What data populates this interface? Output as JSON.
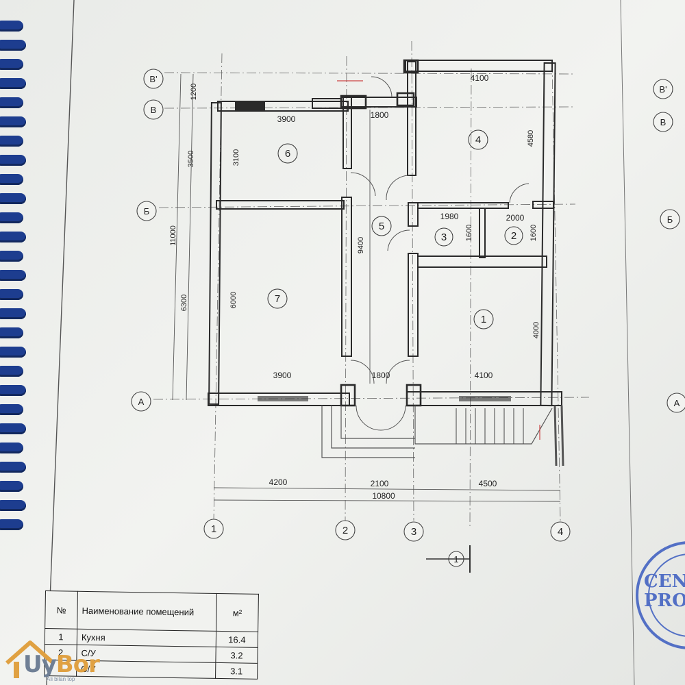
{
  "plan": {
    "axes_letters": [
      "В'",
      "В",
      "Б",
      "А"
    ],
    "axes_letters_right": [
      "В'",
      "В",
      "Б",
      "А"
    ],
    "axes_numbers": [
      "1",
      "2",
      "3",
      "4"
    ],
    "section_marker": "1",
    "rooms_on_plan": [
      "1",
      "2",
      "3",
      "4",
      "5",
      "6",
      "7"
    ],
    "dimensions": {
      "top_4100": "4100",
      "top_3900": "3900",
      "top_1800": "1800",
      "mid_1980": "1980",
      "mid_2000": "2000",
      "bot_3900": "3900",
      "bot_1800": "1800",
      "bot_4100": "4100",
      "below_4200": "4200",
      "below_2100": "2100",
      "below_4500": "4500",
      "total_10800": "10800",
      "left_1200": "1200",
      "left_3500": "3500",
      "left_11000": "11000",
      "left_6300": "6300",
      "in_3100": "3100",
      "in_6000": "6000",
      "in_9400": "9400",
      "in_1600a": "1600",
      "in_1600b": "1600",
      "in_4580": "4580",
      "in_4000": "4000"
    },
    "colors": {
      "paper": "#f0f1ee",
      "wall": "#2a2a2a",
      "line": "#555555",
      "binding": "#1d3d8f",
      "stamp": "#3a5cc0"
    }
  },
  "room_table": {
    "headers": {
      "num": "№",
      "name": "Наименование помещений",
      "area": "м²"
    },
    "rows": [
      {
        "num": "1",
        "name": "Кухня",
        "area": "16.4"
      },
      {
        "num": "2",
        "name": "С/У",
        "area": "3.2"
      },
      {
        "num": "3",
        "name": "С/У",
        "area": "3.1"
      }
    ]
  },
  "stamp": {
    "line1": "CEN",
    "line2": "PRO"
  },
  "watermark": {
    "brand_a": "Uy",
    "brand_b": "Bor",
    "tagline": "Ali bilan top"
  }
}
